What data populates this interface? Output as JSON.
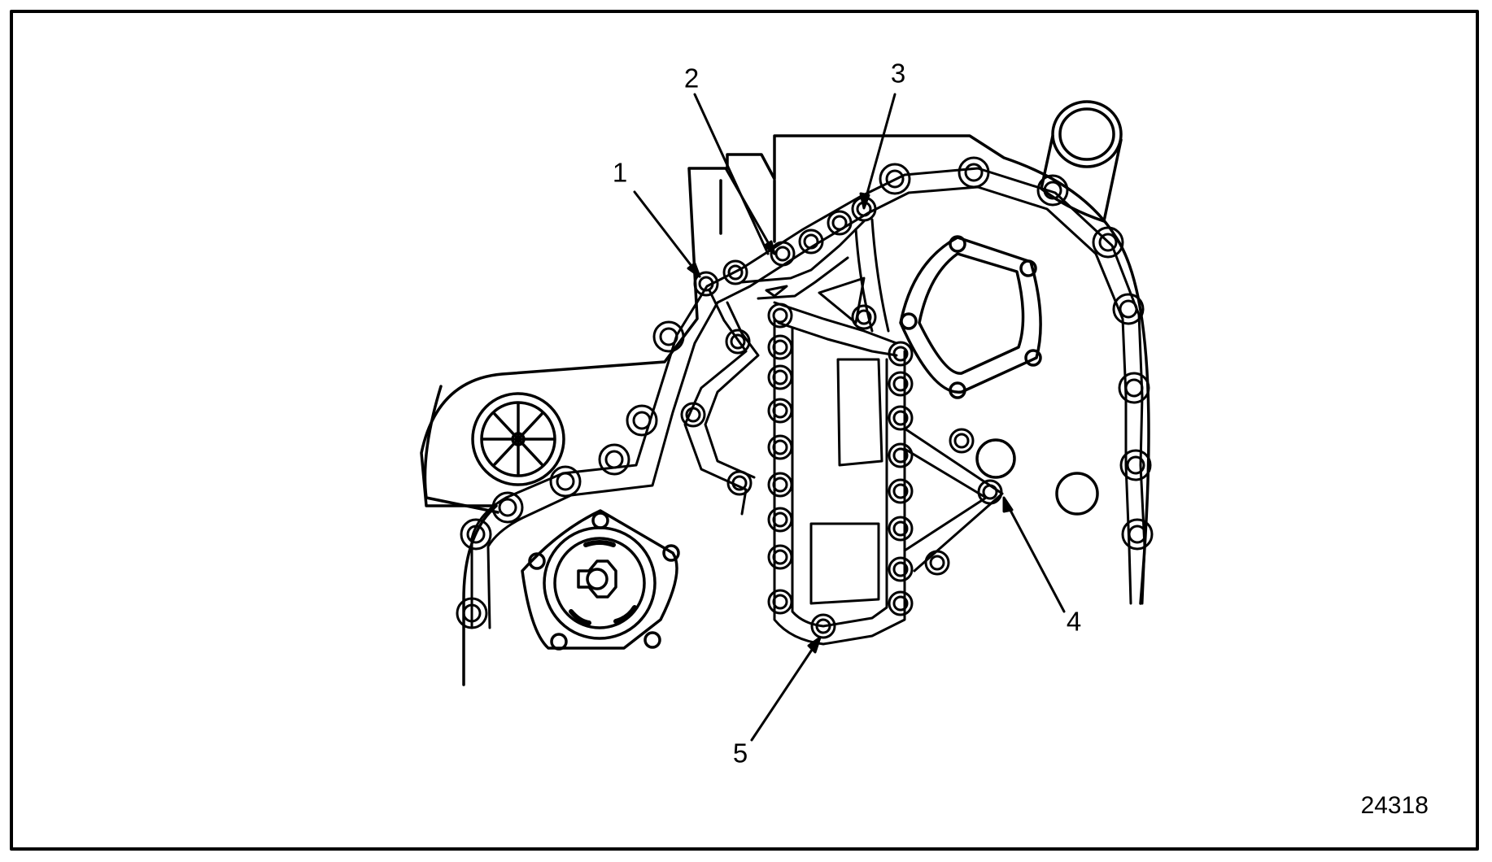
{
  "figure": {
    "figure_number": "24318",
    "callouts": [
      "1",
      "2",
      "3",
      "4",
      "5"
    ]
  }
}
